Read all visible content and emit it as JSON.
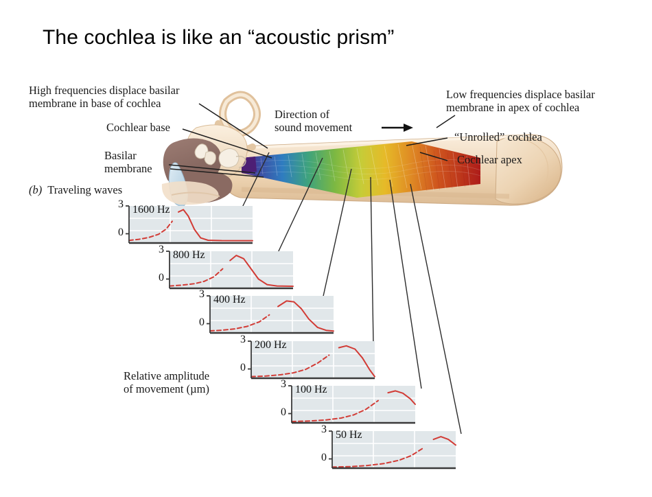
{
  "slide": {
    "title": "The cochlea is like an “acoustic prism”"
  },
  "figure": {
    "caption_letter": "(b)",
    "caption_text": "Traveling waves",
    "axis_label": "Relative amplitude\nof movement (µm)",
    "labels": {
      "high_freq": "High frequencies displace basilar\nmembrane in base of cochlea",
      "cochlear_base": "Cochlear base",
      "basilar_membrane": "Basilar\nmembrane",
      "direction": "Direction of\nsound movement",
      "low_freq": "Low frequencies displace basilar\nmembrane in apex of cochlea",
      "unrolled": "“Unrolled” cochlea",
      "cochlear_apex": "Cochlear apex"
    },
    "colors": {
      "tube": "#f0dcc3",
      "tube_shade": "#e4c8a6",
      "bone": "#8d6e67",
      "panel_bg": "#e1e7ea",
      "grid": "#ffffff",
      "curve": "#d23b35",
      "axis": "#3a3a3a",
      "leader": "#2b2b2b"
    },
    "spectrum": [
      "#6a2a8c",
      "#3f4fa0",
      "#2f7fc1",
      "#3fa37a",
      "#7cb842",
      "#c9cf3a",
      "#e8bc2a",
      "#e08a25",
      "#d2561f",
      "#b5201c"
    ]
  },
  "chart_data": {
    "type": "line",
    "title": "Traveling waves",
    "ylabel": "Relative amplitude of movement (µm)",
    "yticks": [
      "3",
      "0"
    ],
    "ylim": [
      -1,
      3
    ],
    "panels": [
      {
        "label": "1600 Hz",
        "peak_x": 0.42,
        "peak_y": 2.6,
        "solid_from": 0.38,
        "points": [
          [
            0.0,
            -0.72
          ],
          [
            0.08,
            -0.6
          ],
          [
            0.16,
            -0.4
          ],
          [
            0.24,
            -0.05
          ],
          [
            0.3,
            0.5
          ],
          [
            0.35,
            1.35
          ],
          [
            0.4,
            2.35
          ],
          [
            0.44,
            2.6
          ],
          [
            0.48,
            1.9
          ],
          [
            0.53,
            0.45
          ],
          [
            0.58,
            -0.45
          ],
          [
            0.64,
            -0.7
          ],
          [
            0.75,
            -0.74
          ],
          [
            1.0,
            -0.75
          ]
        ]
      },
      {
        "label": "800 Hz",
        "peak_x": 0.52,
        "peak_y": 2.55,
        "solid_from": 0.47,
        "points": [
          [
            0.0,
            -0.75
          ],
          [
            0.1,
            -0.66
          ],
          [
            0.2,
            -0.5
          ],
          [
            0.28,
            -0.25
          ],
          [
            0.36,
            0.25
          ],
          [
            0.43,
            1.1
          ],
          [
            0.49,
            2.0
          ],
          [
            0.54,
            2.55
          ],
          [
            0.6,
            2.2
          ],
          [
            0.66,
            1.1
          ],
          [
            0.72,
            0.0
          ],
          [
            0.79,
            -0.6
          ],
          [
            0.87,
            -0.75
          ],
          [
            1.0,
            -0.78
          ]
        ]
      },
      {
        "label": "400 Hz",
        "peak_x": 0.6,
        "peak_y": 2.45,
        "solid_from": 0.52,
        "points": [
          [
            0.0,
            -0.78
          ],
          [
            0.1,
            -0.7
          ],
          [
            0.2,
            -0.56
          ],
          [
            0.3,
            -0.3
          ],
          [
            0.4,
            0.2
          ],
          [
            0.48,
            0.95
          ],
          [
            0.55,
            1.85
          ],
          [
            0.62,
            2.45
          ],
          [
            0.68,
            2.35
          ],
          [
            0.74,
            1.6
          ],
          [
            0.8,
            0.5
          ],
          [
            0.87,
            -0.4
          ],
          [
            0.94,
            -0.72
          ],
          [
            1.0,
            -0.8
          ]
        ]
      },
      {
        "label": "200 Hz",
        "peak_x": 0.74,
        "peak_y": 2.5,
        "solid_from": 0.66,
        "points": [
          [
            0.0,
            -0.82
          ],
          [
            0.12,
            -0.76
          ],
          [
            0.24,
            -0.62
          ],
          [
            0.34,
            -0.42
          ],
          [
            0.44,
            -0.05
          ],
          [
            0.54,
            0.65
          ],
          [
            0.63,
            1.5
          ],
          [
            0.71,
            2.3
          ],
          [
            0.77,
            2.5
          ],
          [
            0.84,
            2.15
          ],
          [
            0.9,
            1.2
          ],
          [
            0.96,
            -0.1
          ],
          [
            1.0,
            -0.82
          ]
        ]
      },
      {
        "label": "100 Hz",
        "peak_x": 0.8,
        "peak_y": 2.45,
        "solid_from": 0.72,
        "points": [
          [
            0.0,
            -0.85
          ],
          [
            0.14,
            -0.8
          ],
          [
            0.28,
            -0.68
          ],
          [
            0.4,
            -0.48
          ],
          [
            0.5,
            -0.15
          ],
          [
            0.6,
            0.45
          ],
          [
            0.7,
            1.4
          ],
          [
            0.78,
            2.25
          ],
          [
            0.84,
            2.45
          ],
          [
            0.9,
            2.2
          ],
          [
            0.96,
            1.6
          ],
          [
            1.0,
            1.0
          ]
        ]
      },
      {
        "label": "50 Hz",
        "peak_x": 0.85,
        "peak_y": 2.4,
        "solid_from": 0.76,
        "points": [
          [
            0.0,
            -0.88
          ],
          [
            0.14,
            -0.84
          ],
          [
            0.28,
            -0.72
          ],
          [
            0.42,
            -0.5
          ],
          [
            0.54,
            -0.15
          ],
          [
            0.64,
            0.35
          ],
          [
            0.74,
            1.2
          ],
          [
            0.82,
            2.1
          ],
          [
            0.88,
            2.4
          ],
          [
            0.94,
            2.1
          ],
          [
            1.0,
            1.5
          ]
        ]
      }
    ]
  }
}
